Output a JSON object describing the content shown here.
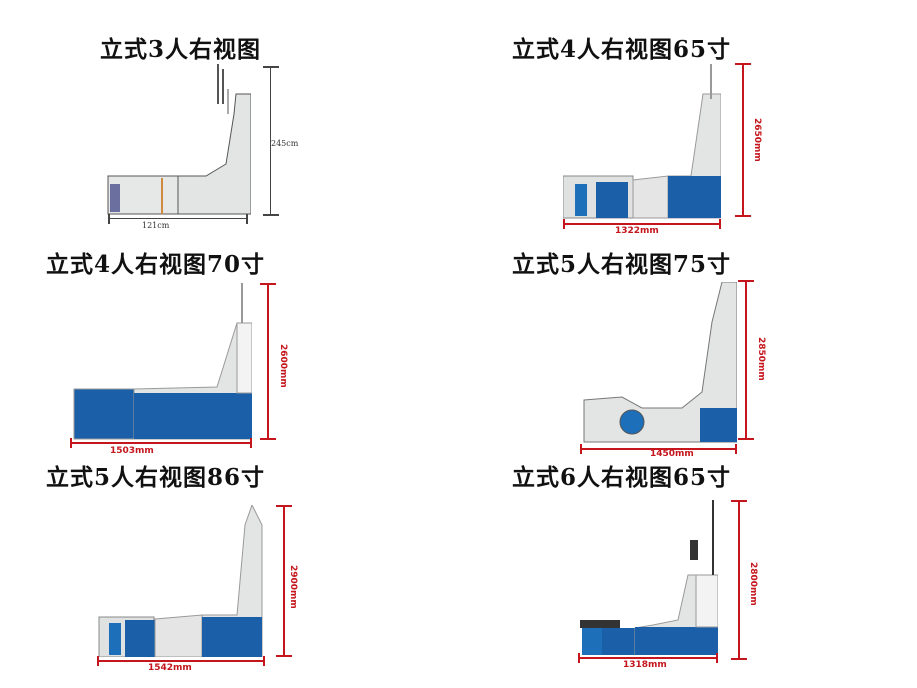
{
  "panels": [
    {
      "title": "立式3人右视图",
      "height": "245cm",
      "width": "121cm"
    },
    {
      "title": "立式4人右视图65寸",
      "height": "2650mm",
      "width": "1322mm"
    },
    {
      "title": "立式4人右视图70寸",
      "height": "2600mm",
      "width": "1503mm"
    },
    {
      "title": "立式5人右视图75寸",
      "height": "2850mm",
      "width": "1450mm"
    },
    {
      "title": "立式5人右视图86寸",
      "height": "2900mm",
      "width": "1542mm"
    },
    {
      "title": "立式6人右视图65寸",
      "height": "2800mm",
      "width": "1318mm"
    }
  ]
}
